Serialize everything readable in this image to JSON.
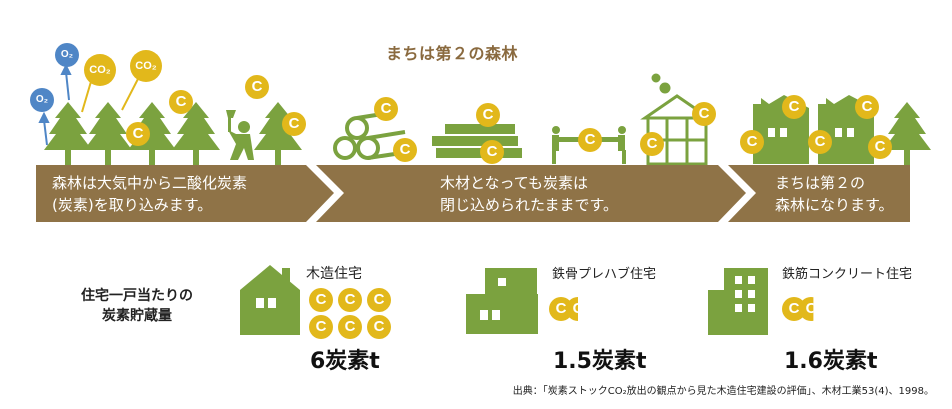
{
  "title": "まちは第２の森林",
  "band": [
    {
      "line1": "森林は大気中から二酸化炭素",
      "line2": "(炭素)を取り込みます。"
    },
    {
      "line1": "木材となっても炭素は",
      "line2": "閉じ込められたままです。"
    },
    {
      "line1": "まちは第２の",
      "line2": "森林になります。"
    }
  ],
  "symbols": {
    "carbon": "C",
    "co2": "CO₂",
    "o2": "O₂"
  },
  "storage_label": {
    "line1": "住宅一戸当たりの",
    "line2": "炭素貯蔵量"
  },
  "houses": [
    {
      "name": "木造住宅",
      "value": "6炭素t",
      "carbon_tons": 6,
      "coins": 6
    },
    {
      "name": "鉄骨プレハブ住宅",
      "value": "1.5炭素t",
      "carbon_tons": 1.5,
      "coins": 2
    },
    {
      "name": "鉄筋コンクリート住宅",
      "value": "1.6炭素t",
      "carbon_tons": 1.6,
      "coins": 2
    }
  ],
  "source": "出典：「炭素ストックCO₂放出の観点から見た木造住宅建設の評価」、木材工業53(4)、1998。",
  "colors": {
    "brown": "#8f7347",
    "green": "#7ba23f",
    "yellow": "#e2b81b",
    "blue": "#4f86c6"
  }
}
